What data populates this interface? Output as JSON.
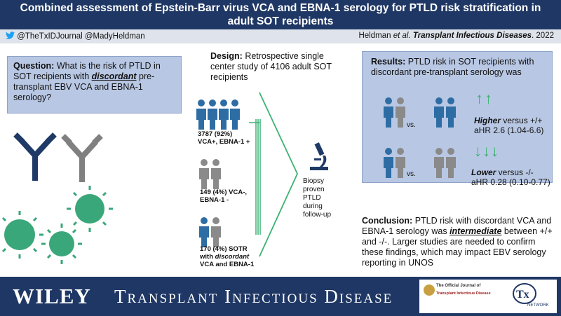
{
  "title": "Combined assessment of Epstein-Barr virus VCA and EBNA-1 serology for PTLD risk stratification in adult SOT recipients",
  "social": {
    "handles": "@TheTxIDJournal  @MadyHeldman",
    "citation_author": "Heldman",
    "citation_etal": "et al.",
    "citation_journal": "Transplant Infectious Diseases",
    "citation_year": ". 2022"
  },
  "question": {
    "label": "Question:",
    "text_before": " What is the risk of PTLD in SOT recipients with ",
    "emphasis": "discordant",
    "text_after": " pre-transplant EBV VCA and EBNA-1 serology?"
  },
  "design": {
    "label": "Design:",
    "text": " Retrospective single center study of 4106 adult SOT recipients"
  },
  "groups": {
    "g1_line1": "3787 (92%)",
    "g1_line2": "VCA+, EBNA-1 +",
    "g2_line1": "149 (4%)  VCA-,",
    "g2_line2": "EBNA-1 -",
    "g3_line1": "170  (4%)  SOTR",
    "g3_line2_before": "with ",
    "g3_line2_em": "discordant",
    "g3_line3": "VCA and EBNA-1"
  },
  "outcome": {
    "lines": [
      "Biopsy",
      "proven",
      "PTLD",
      "during",
      "follow-up"
    ]
  },
  "results": {
    "label": "Results:",
    "text": " PTLD risk in SOT recipients with discordant pre-transplant serology was",
    "vs1": "vs.",
    "vs2": "vs.",
    "higher_word": "Higher",
    "higher_rest": "  versus +/+",
    "higher_ahr": "aHR 2.6 (1.04-6.6)",
    "lower_word": "Lower",
    "lower_rest": "  versus -/-",
    "lower_ahr": "aHR 0.28 (0.10-0.77)",
    "arrow_up": "↑↑",
    "arrow_down": "↓↓↓"
  },
  "conclusion": {
    "label": "Conclusion:",
    "text_before": " PTLD risk with discordant VCA and EBNA-1 serology was ",
    "emphasis": "intermediate",
    "text_after": " between +/+ and -/-. Larger studies are needed to confirm these findings, which may impact EBV serology reporting in UNOS"
  },
  "footer": {
    "publisher": "WILEY",
    "journal": "Transplant Infectious Disease",
    "official_journal": "The Official Journal of",
    "society": "Transplant Infectious Disease",
    "network_logo_text": "Tx",
    "network_label": "NETWORK"
  },
  "colors": {
    "header_bg": "#1f3764",
    "box_bg": "#b8c7e3",
    "blue_person": "#2e6da4",
    "gray_person": "#8a8a8a",
    "virus": "#3aa77a",
    "arrow_green": "#3bb273"
  }
}
